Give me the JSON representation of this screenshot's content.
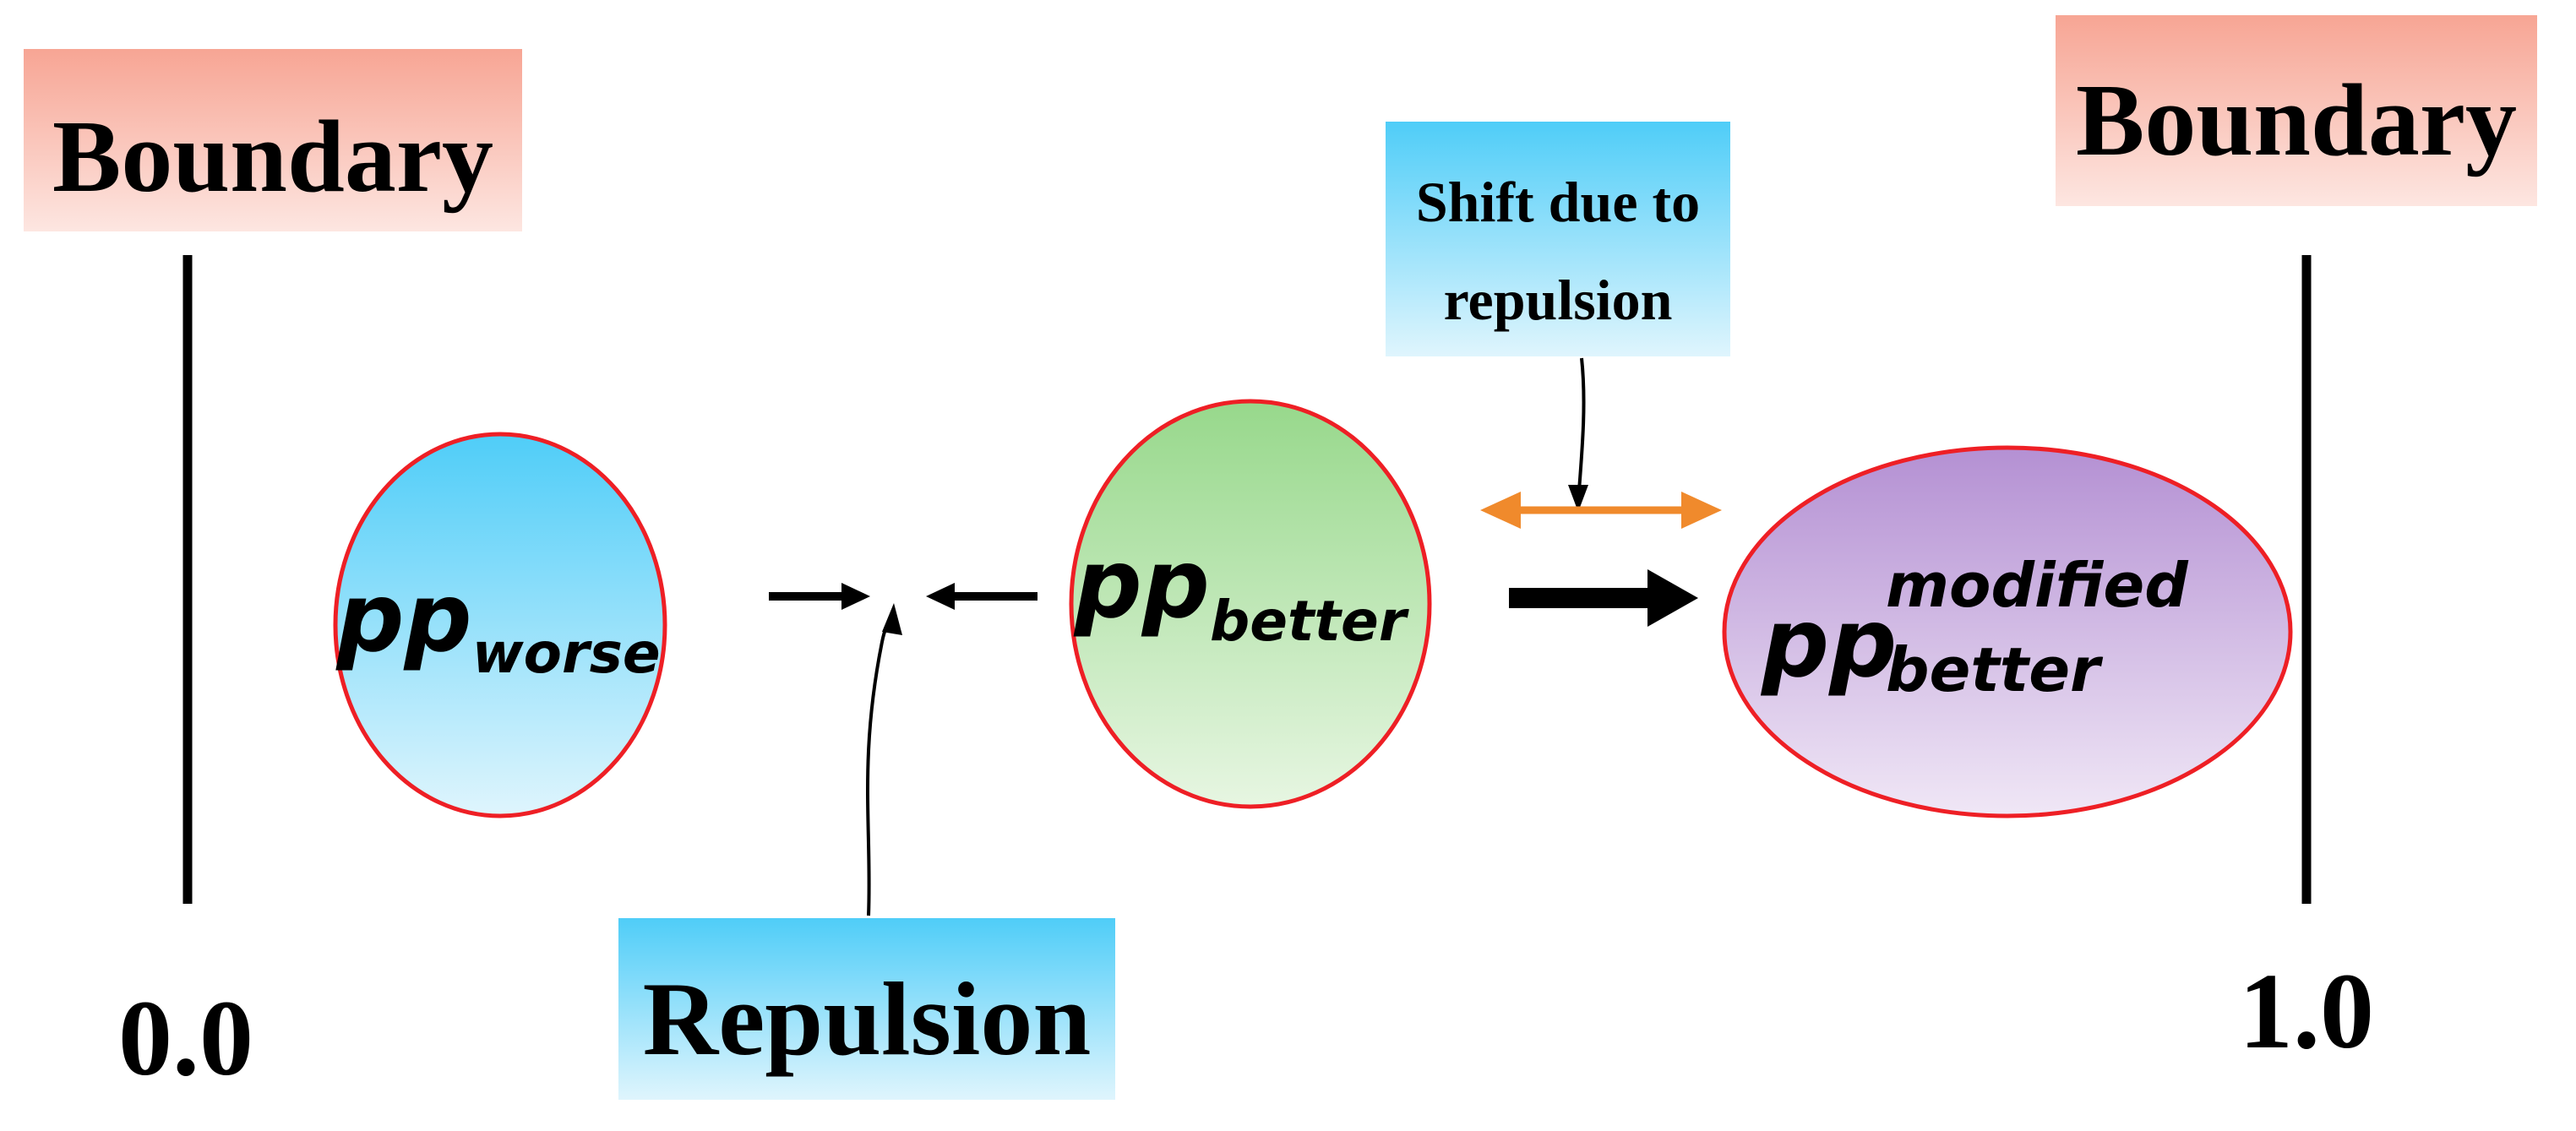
{
  "boundaries": {
    "left": {
      "label": "Boundary",
      "value": "0.0"
    },
    "right": {
      "label": "Boundary",
      "value": "1.0"
    }
  },
  "nodes": {
    "worse": {
      "base": "pp",
      "subscript": "worse"
    },
    "better": {
      "base": "pp",
      "subscript": "better"
    },
    "modified": {
      "base": "pp",
      "subscript": "better",
      "superscript": "modified"
    }
  },
  "callouts": {
    "shift": {
      "line1": "Shift due to",
      "line2": "repulsion"
    },
    "repulsion": {
      "label": "Repulsion"
    }
  },
  "colors": {
    "boundary_box_top": "#f7a594",
    "boundary_box_bottom": "#fde6e1",
    "callout_top": "#4fcdf8",
    "callout_bottom": "#dff5fd",
    "node_outline": "#ee1f25",
    "worse_top": "#4fcdf8",
    "worse_bottom": "#dff5fd",
    "better_top": "#97d88b",
    "better_bottom": "#e7f6e2",
    "modified_top": "#b490d3",
    "modified_bottom": "#f0e7f6",
    "shift_arrow": "#f08a2c",
    "ink": "#000000"
  }
}
